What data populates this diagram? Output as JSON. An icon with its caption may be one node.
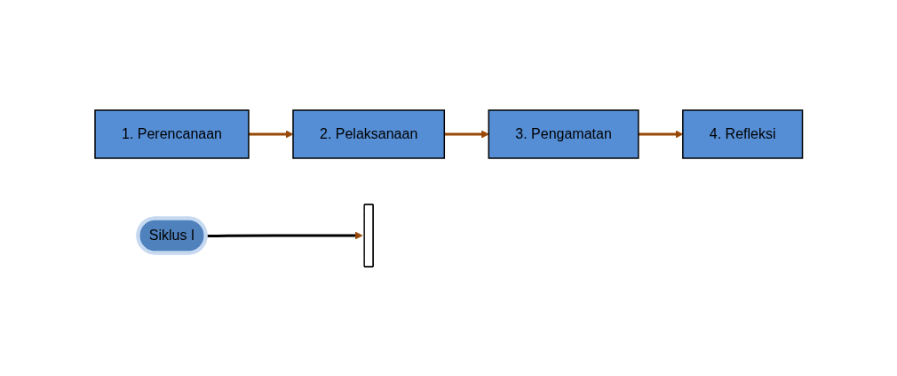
{
  "diagram": {
    "nodes": [
      {
        "text": [
          "Siklus I"
        ]
      },
      {
        "text": [
          "1. Perencanaan"
        ]
      },
      {
        "text": [
          "2. Pelaksanaan"
        ]
      },
      {
        "text": [
          "3. Pengamatan"
        ]
      },
      {
        "text": [
          "4. Refleksi"
        ]
      },
      {
        "text": [],
        "shape": "bar"
      }
    ],
    "edges": [
      {
        "from": 1,
        "to": 2,
        "arrow": "to"
      },
      {
        "from": 2,
        "to": 3,
        "arrow": "to"
      },
      {
        "from": 3,
        "to": 4,
        "arrow": "to"
      },
      {
        "from": 0,
        "to": 5,
        "arrow": "to",
        "color": "#000000"
      }
    ]
  }
}
